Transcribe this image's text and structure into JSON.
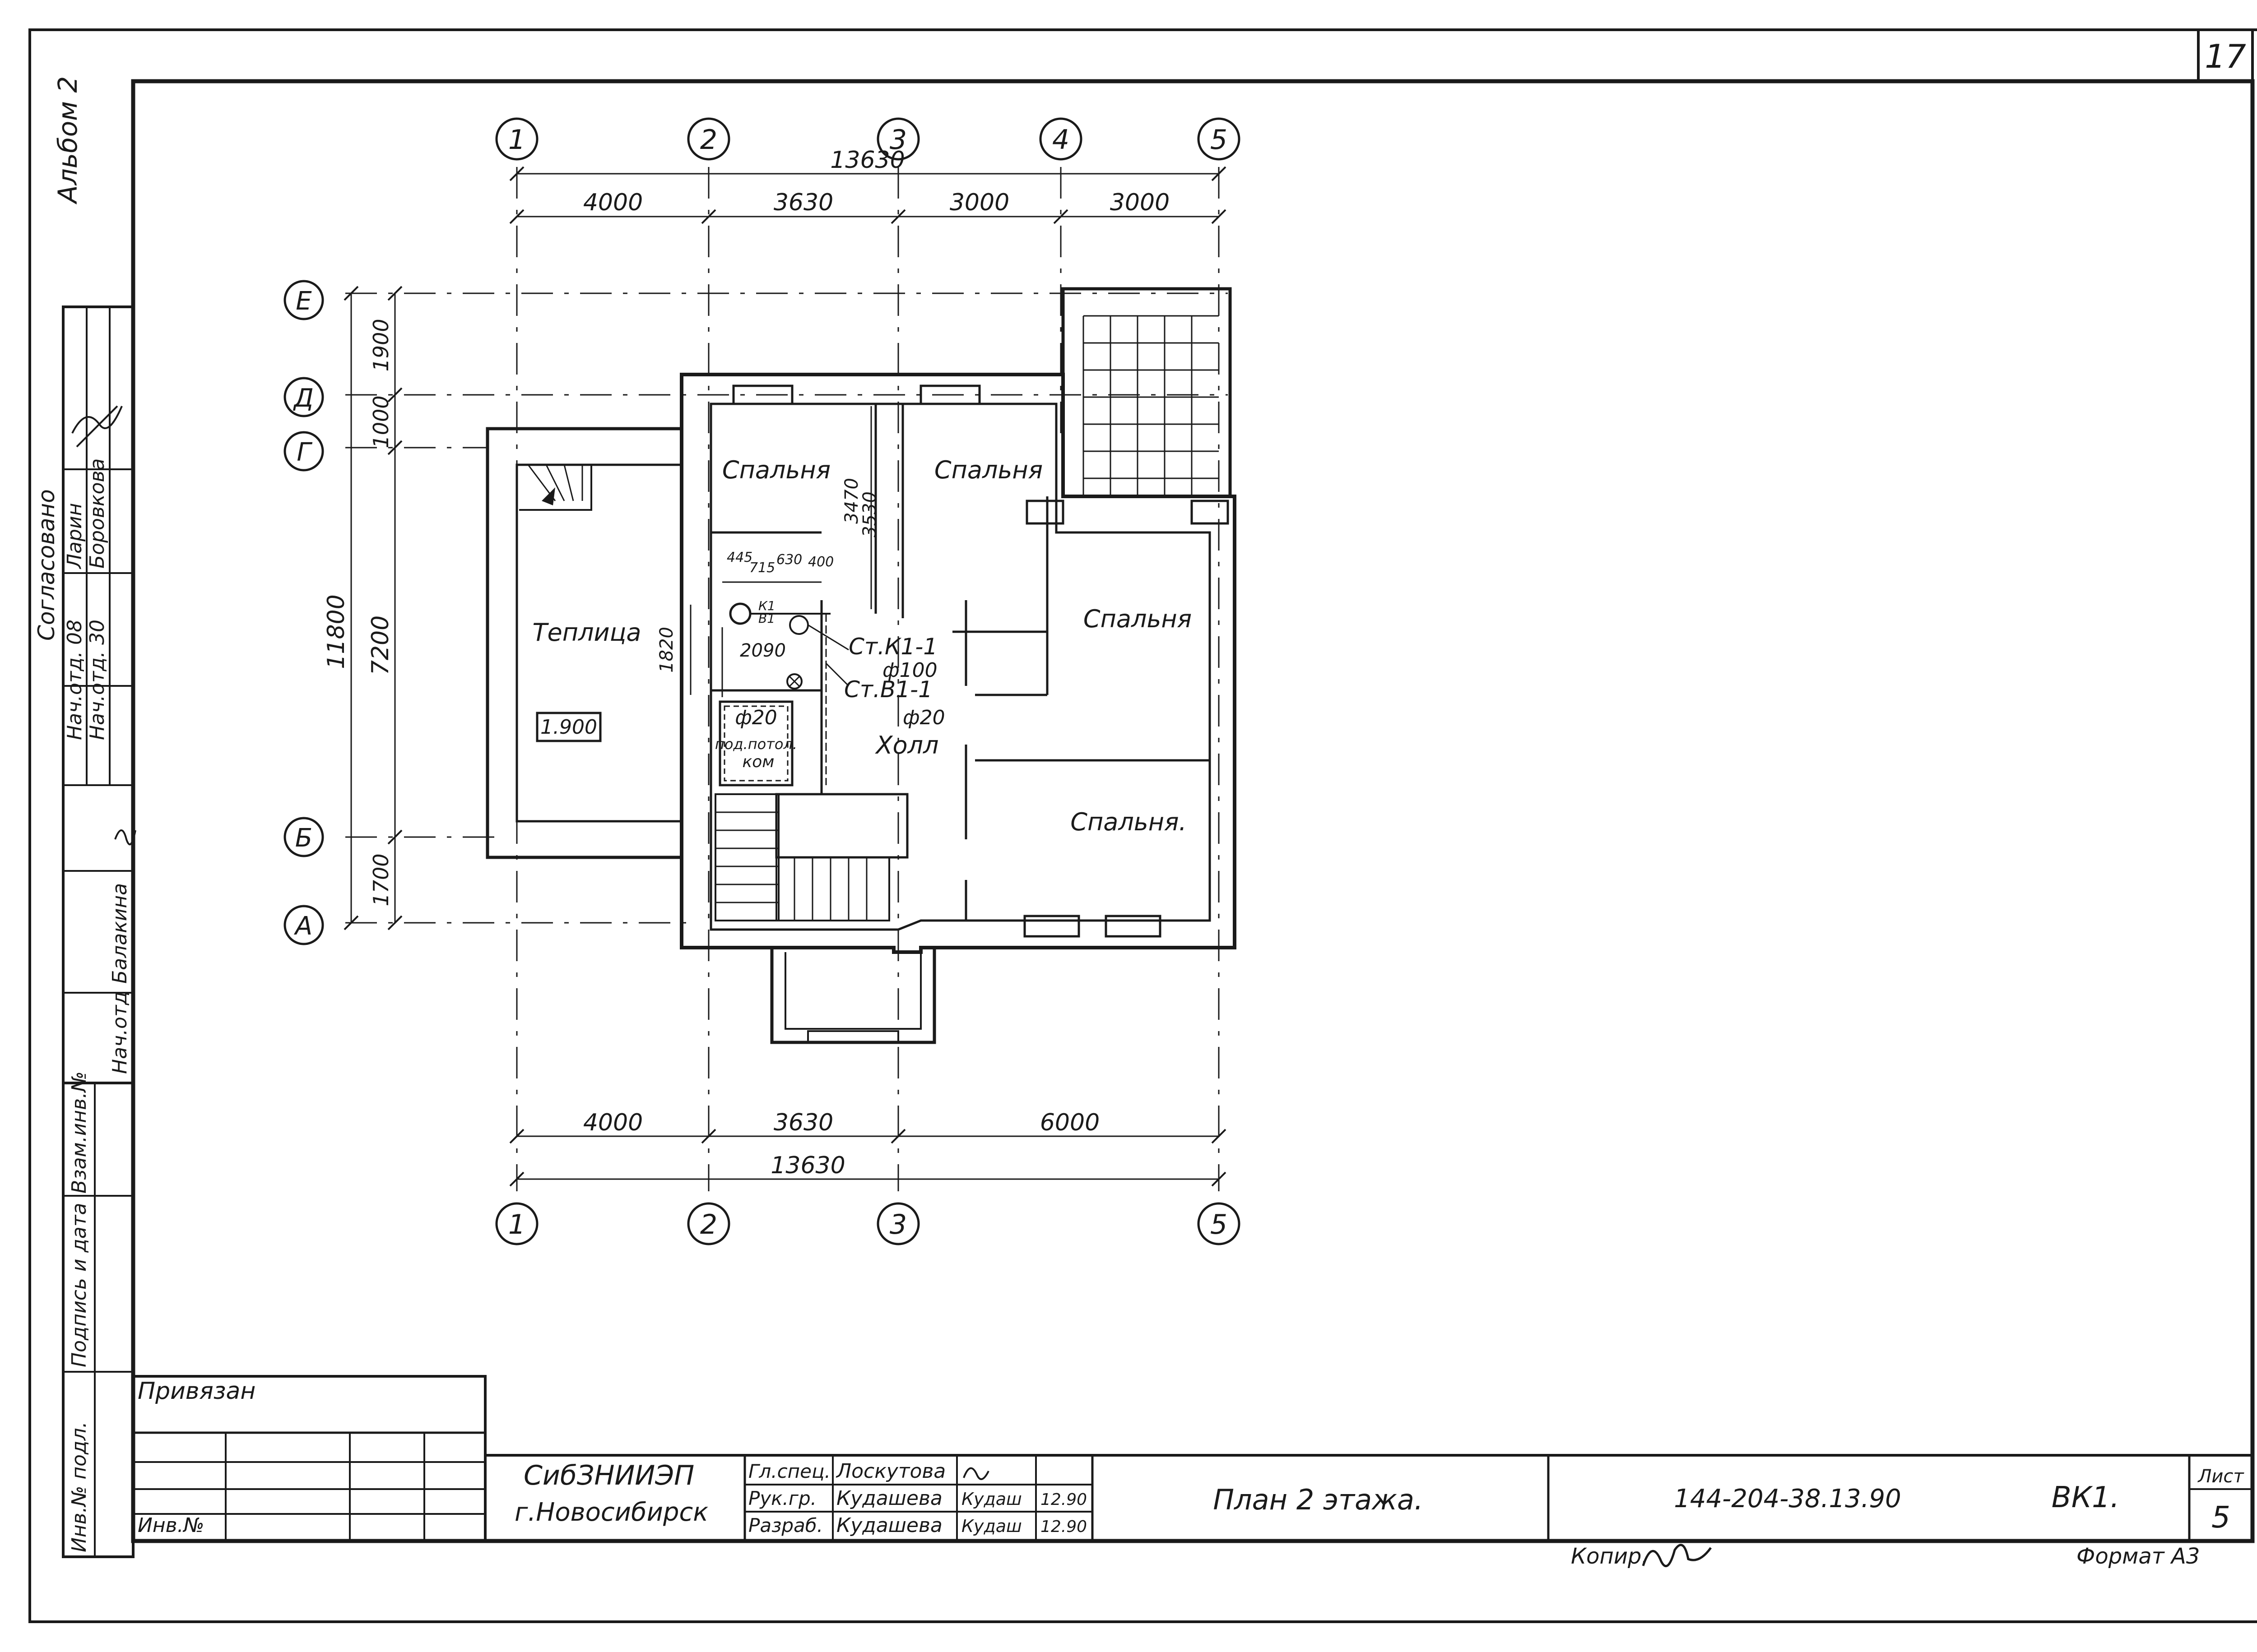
{
  "sheet_mark": "17",
  "album": "Альбом 2",
  "axes": {
    "columns": [
      "1",
      "2",
      "3",
      "4",
      "5"
    ],
    "rows": [
      "Е",
      "Д",
      "Г",
      "Б",
      "А"
    ]
  },
  "dims": {
    "top_total": "13630",
    "top": [
      "4000",
      "3630",
      "3000",
      "3000"
    ],
    "bottom": [
      "4000",
      "3630",
      "6000"
    ],
    "bottom_total": "13630",
    "left_total": "11800",
    "left": [
      "1900",
      "1000",
      "7200",
      "1700"
    ],
    "interior": [
      "445",
      "715",
      "630",
      "400",
      "1820",
      "2090",
      "3470",
      "3530"
    ]
  },
  "rooms": {
    "bedroom_1": "Спальня",
    "bedroom_2": "Спальня",
    "bedroom_3": "Спальня",
    "bedroom_4": "Спальня.",
    "greenhouse": "Теплица",
    "hall": "Холл",
    "utility_1": "под.потол.",
    "utility_2": "ком"
  },
  "level_mark": "1.900",
  "risers": {
    "k1": "Ст.К1-1",
    "k1_dia": "ф100",
    "v1": "Ст.В1-1",
    "v1_dia": "ф20",
    "pipe_dia": "ф20",
    "k1_tag": "К1",
    "v1_tag": "В1"
  },
  "approval": {
    "header": "Согласовано",
    "rows": [
      {
        "role": "Нач.отд. 08",
        "name": "Ларин"
      },
      {
        "role": "Нач.отд. 30",
        "name": "Боровкова"
      }
    ]
  },
  "side_stamp": {
    "name": "Балакина",
    "role": "Нач.отд",
    "labels": [
      "Взам.инв.№",
      "Подпись и дата",
      "Инв.№ подл."
    ]
  },
  "title_block": {
    "tied": "Привязан",
    "inv_no": "Инв.№",
    "org": "СибЗНИИЭП",
    "city": "г.Новосибирск",
    "staff": [
      {
        "role": "Гл.спец.",
        "name": "Лоскутова",
        "sign": "",
        "date": ""
      },
      {
        "role": "Рук.гр.",
        "name": "Кудашева",
        "sign": "Кудаш",
        "date": "12.90"
      },
      {
        "role": "Разраб.",
        "name": "Кудашева",
        "sign": "Кудаш",
        "date": "12.90"
      }
    ],
    "sheet_title": "План 2 этажа.",
    "doc_code": "144-204-38.13.90",
    "mark": "ВК1.",
    "sheet_label": "Лист",
    "sheet_number": "5",
    "copied": "Копир.",
    "format": "Формат А3"
  }
}
